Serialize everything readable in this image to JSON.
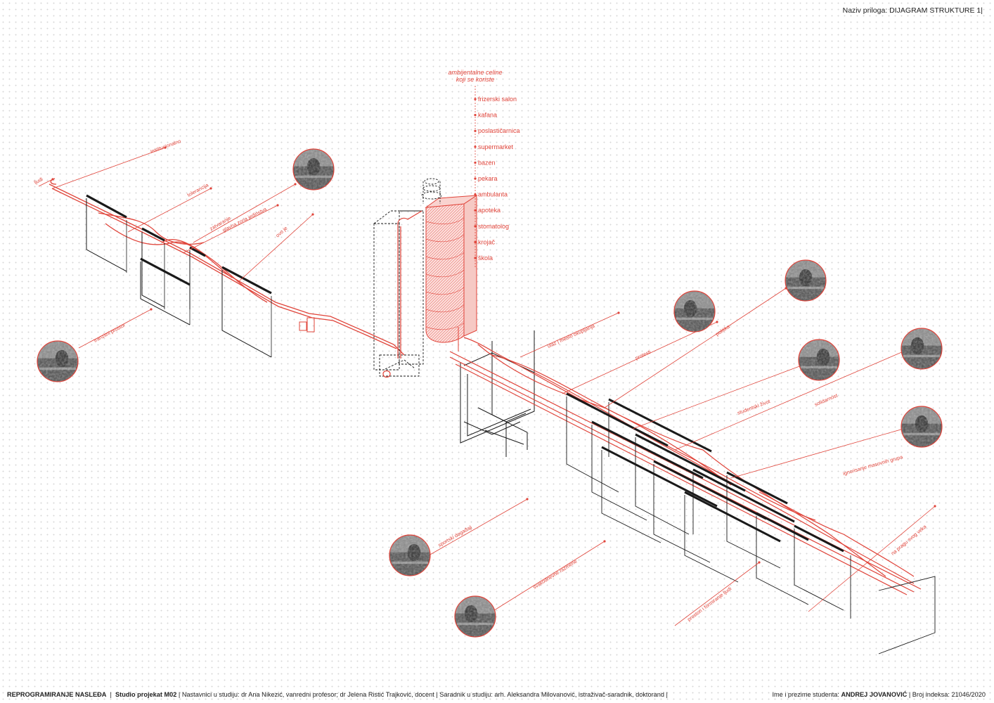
{
  "header": {
    "label": "Naziv priloga:",
    "value": "DIJAGRAM STRUKTURE 1|"
  },
  "tower_list": {
    "title_line1": "ambijentalne celine",
    "title_line2": "koji se koriste",
    "items": [
      "frizerski salon",
      "kafana",
      "poslastičarnica",
      "supermarket",
      "bazen",
      "pekara",
      "ambulanta",
      "apoteka",
      "stomatolog",
      "krojač",
      "škola"
    ]
  },
  "leader_labels": [
    "institucionalno",
    "tolerancija",
    "ljudi",
    "zatvaranje",
    "glavna zona jedinstva",
    "ovo je",
    "tranzitni prostor",
    "ulaz | mesto okupljanja",
    "protesti",
    "politika",
    "studentski život",
    "solidarnost",
    "ignorisanje masovnih grupa",
    "sportski događaji",
    "svakodnevne razmene",
    "prostori i formiranje ljudi",
    "na pragu svog veka"
  ],
  "photo_icons": [
    "photo-icon",
    "photo-icon",
    "photo-icon",
    "photo-icon",
    "photo-icon",
    "photo-icon",
    "photo-icon",
    "photo-icon",
    "photo-icon",
    "photo-icon"
  ],
  "colors": {
    "accent": "#e0443a",
    "ink": "#1a1a1a"
  },
  "footer": {
    "project": "REPROGRAMIRANJE NASLEĐA",
    "sep1": "|",
    "studio": "Studio projekat M02",
    "teachers": "| Nastavnici u studiju: dr Ana Nikezić, vanredni profesor; dr Jelena Ristić Trajković, docent   |   Saradnik u studiju: arh. Aleksandra Milovanović, istraživač-saradnik, doktorand |",
    "student_label": "Ime i prezime studenta:",
    "student_name": "ANDREJ JOVANOVIĆ",
    "index": "|   Broj indeksa: 21046/2020"
  }
}
